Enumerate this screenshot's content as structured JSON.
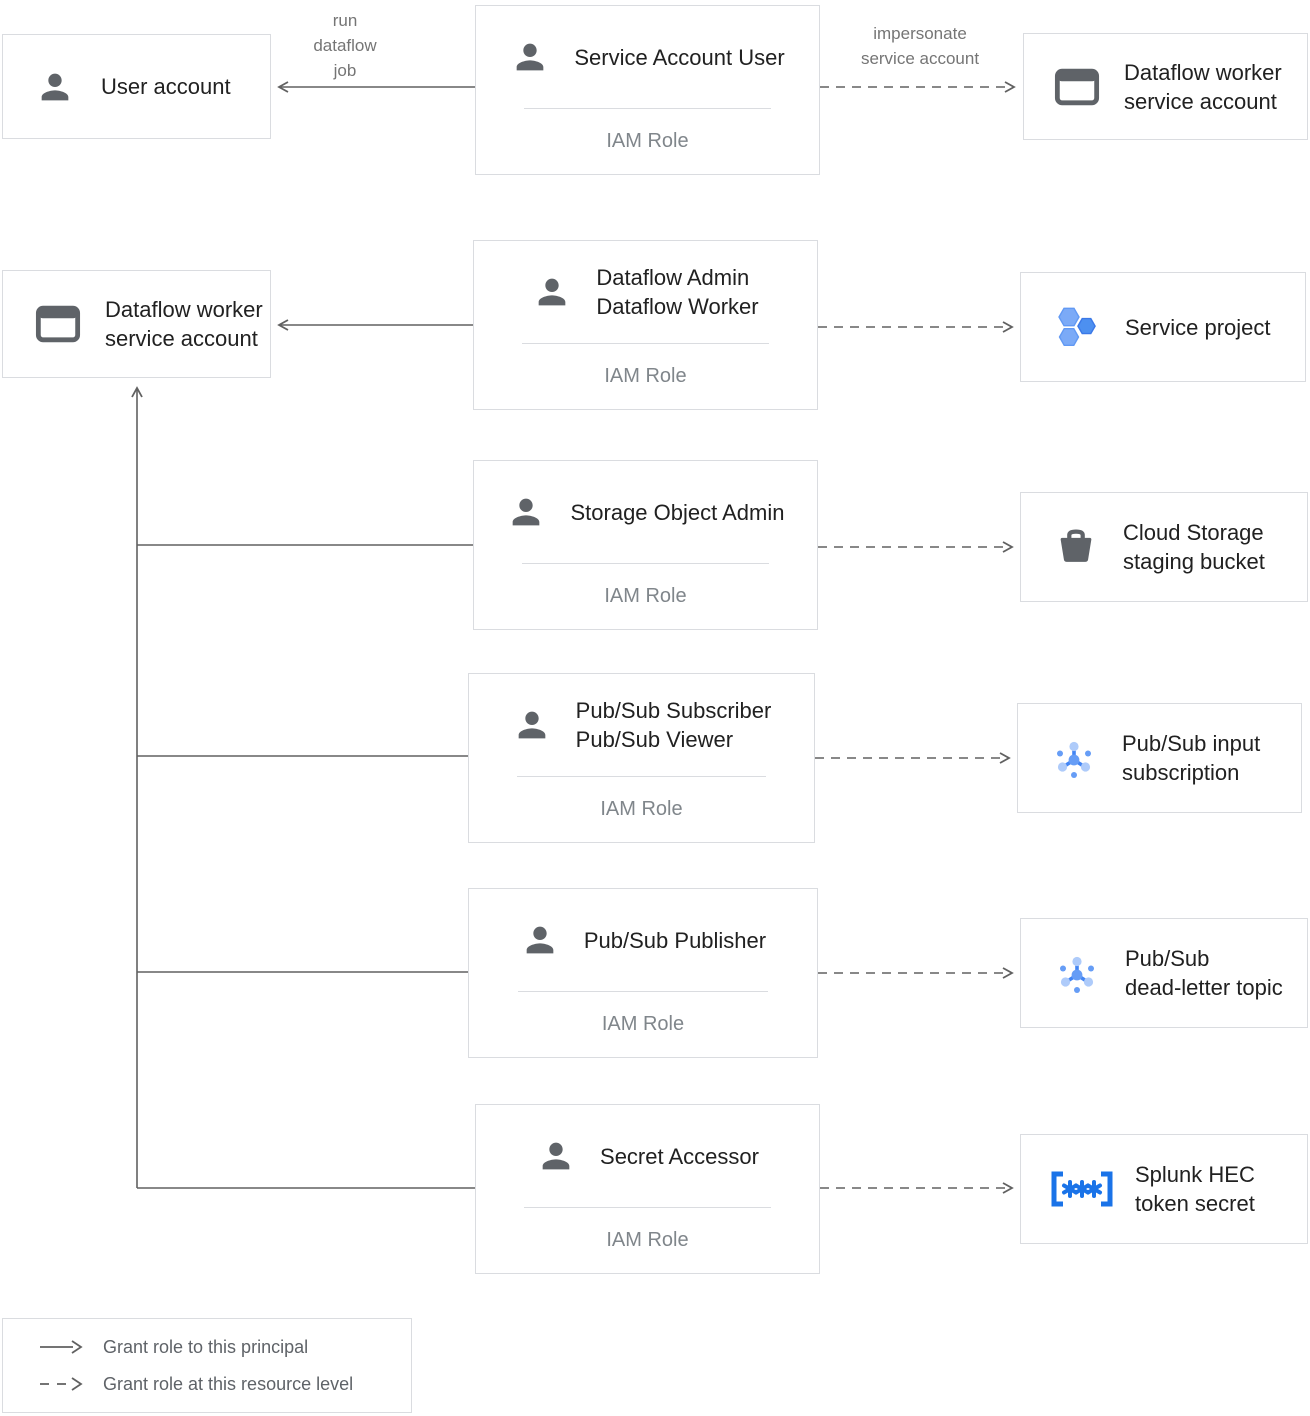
{
  "nodes": {
    "user_account": {
      "label": "User account",
      "icon": "person-icon"
    },
    "service_account_user": {
      "title": "Service Account User",
      "subtitle": "IAM Role",
      "icon": "person-icon"
    },
    "dataflow_worker_sa_top": {
      "line1": "Dataflow worker",
      "line2": "service account",
      "icon": "service-account-icon"
    },
    "dataflow_worker_sa_left": {
      "line1": "Dataflow worker",
      "line2": "service account",
      "icon": "service-account-icon"
    },
    "dataflow_admin_worker": {
      "line1": "Dataflow Admin",
      "line2": "Dataflow Worker",
      "subtitle": "IAM Role",
      "icon": "person-icon"
    },
    "service_project": {
      "label": "Service project",
      "icon": "project-icon"
    },
    "storage_object_admin": {
      "title": "Storage Object Admin",
      "subtitle": "IAM Role",
      "icon": "person-icon"
    },
    "cloud_storage_bucket": {
      "line1": "Cloud Storage",
      "line2": "staging bucket",
      "icon": "bucket-icon"
    },
    "pubsub_subscriber_viewer": {
      "line1": "Pub/Sub Subscriber",
      "line2": "Pub/Sub Viewer",
      "subtitle": "IAM Role",
      "icon": "person-icon"
    },
    "pubsub_input_subscription": {
      "line1": "Pub/Sub input",
      "line2": "subscription",
      "icon": "pubsub-icon"
    },
    "pubsub_publisher": {
      "title": "Pub/Sub Publisher",
      "subtitle": "IAM Role",
      "icon": "person-icon"
    },
    "pubsub_dead_letter_topic": {
      "line1": "Pub/Sub",
      "line2": "dead-letter topic",
      "icon": "pubsub-icon"
    },
    "secret_accessor": {
      "title": "Secret Accessor",
      "subtitle": "IAM Role",
      "icon": "person-icon"
    },
    "splunk_hec_token_secret": {
      "line1": "Splunk HEC",
      "line2": "token secret",
      "icon": "secret-icon"
    }
  },
  "edges": {
    "run_dataflow_job": {
      "l1": "run",
      "l2": "dataflow",
      "l3": "job"
    },
    "impersonate": {
      "l1": "impersonate",
      "l2": "service account"
    }
  },
  "legend": {
    "solid_label": "Grant role to this principal",
    "dashed_label": "Grant role at this resource level"
  },
  "colors": {
    "line": "#616161",
    "border": "#dadce0",
    "icon_gray": "#5f6368",
    "blue": "#4285f4",
    "light_blue": "#aecbfa",
    "secret_blue": "#1a73e8",
    "text_dark": "#212121",
    "text_gray": "#80868b",
    "edge_label_gray": "#757575"
  }
}
